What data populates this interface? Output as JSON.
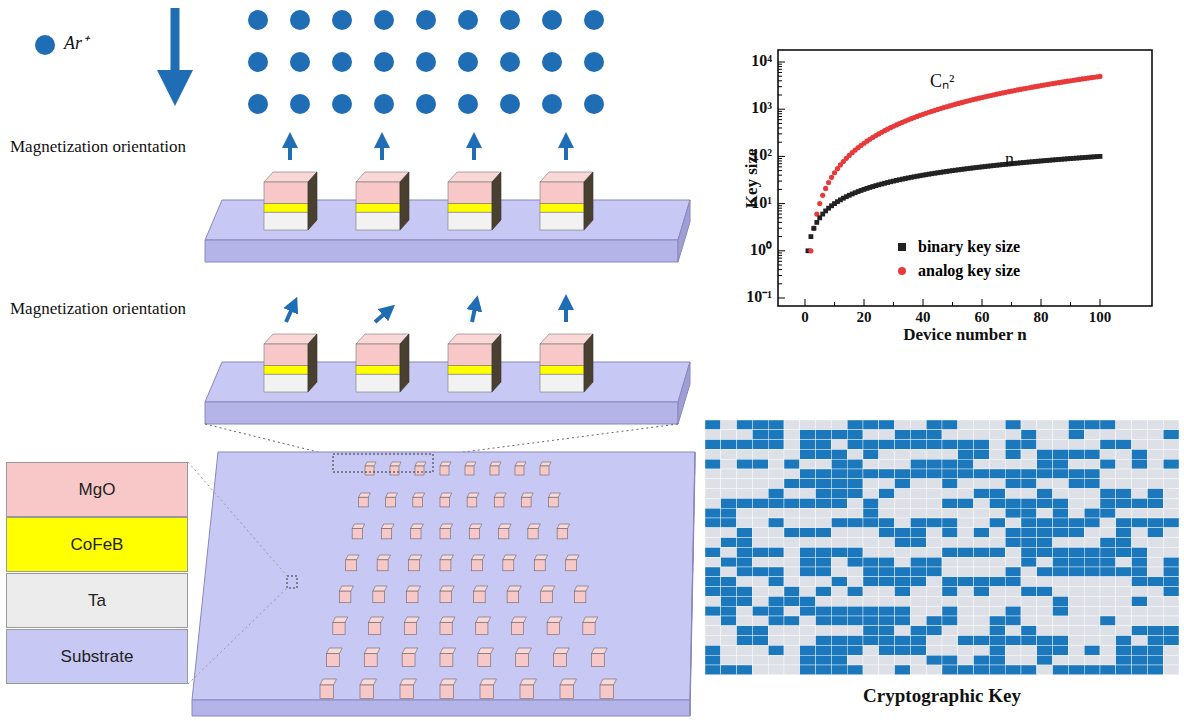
{
  "diagram": {
    "labels": [
      "Ar⁺",
      "Magnetization orientation",
      "Magnetization orientation",
      "Key size",
      "Device number n",
      "10⁴",
      "10³",
      "10²",
      "10¹",
      "10⁰",
      "10⁻¹",
      "0",
      "20",
      "40",
      "60",
      "80",
      "100",
      "Cₙ²",
      "n",
      "Cryptographic Key"
    ],
    "legend": [
      {
        "text": "MgO",
        "color": "#f8c8c8"
      },
      {
        "text": "CoFeB",
        "color": "#ffff00"
      },
      {
        "text": "Ta",
        "color": "#ececec"
      },
      {
        "text": "Substrate",
        "color": "#c8c8f4"
      },
      {
        "text": "binary key size",
        "color": "#222222"
      },
      {
        "text": "analog key size",
        "color": "#e83a3a"
      }
    ]
  }
}
